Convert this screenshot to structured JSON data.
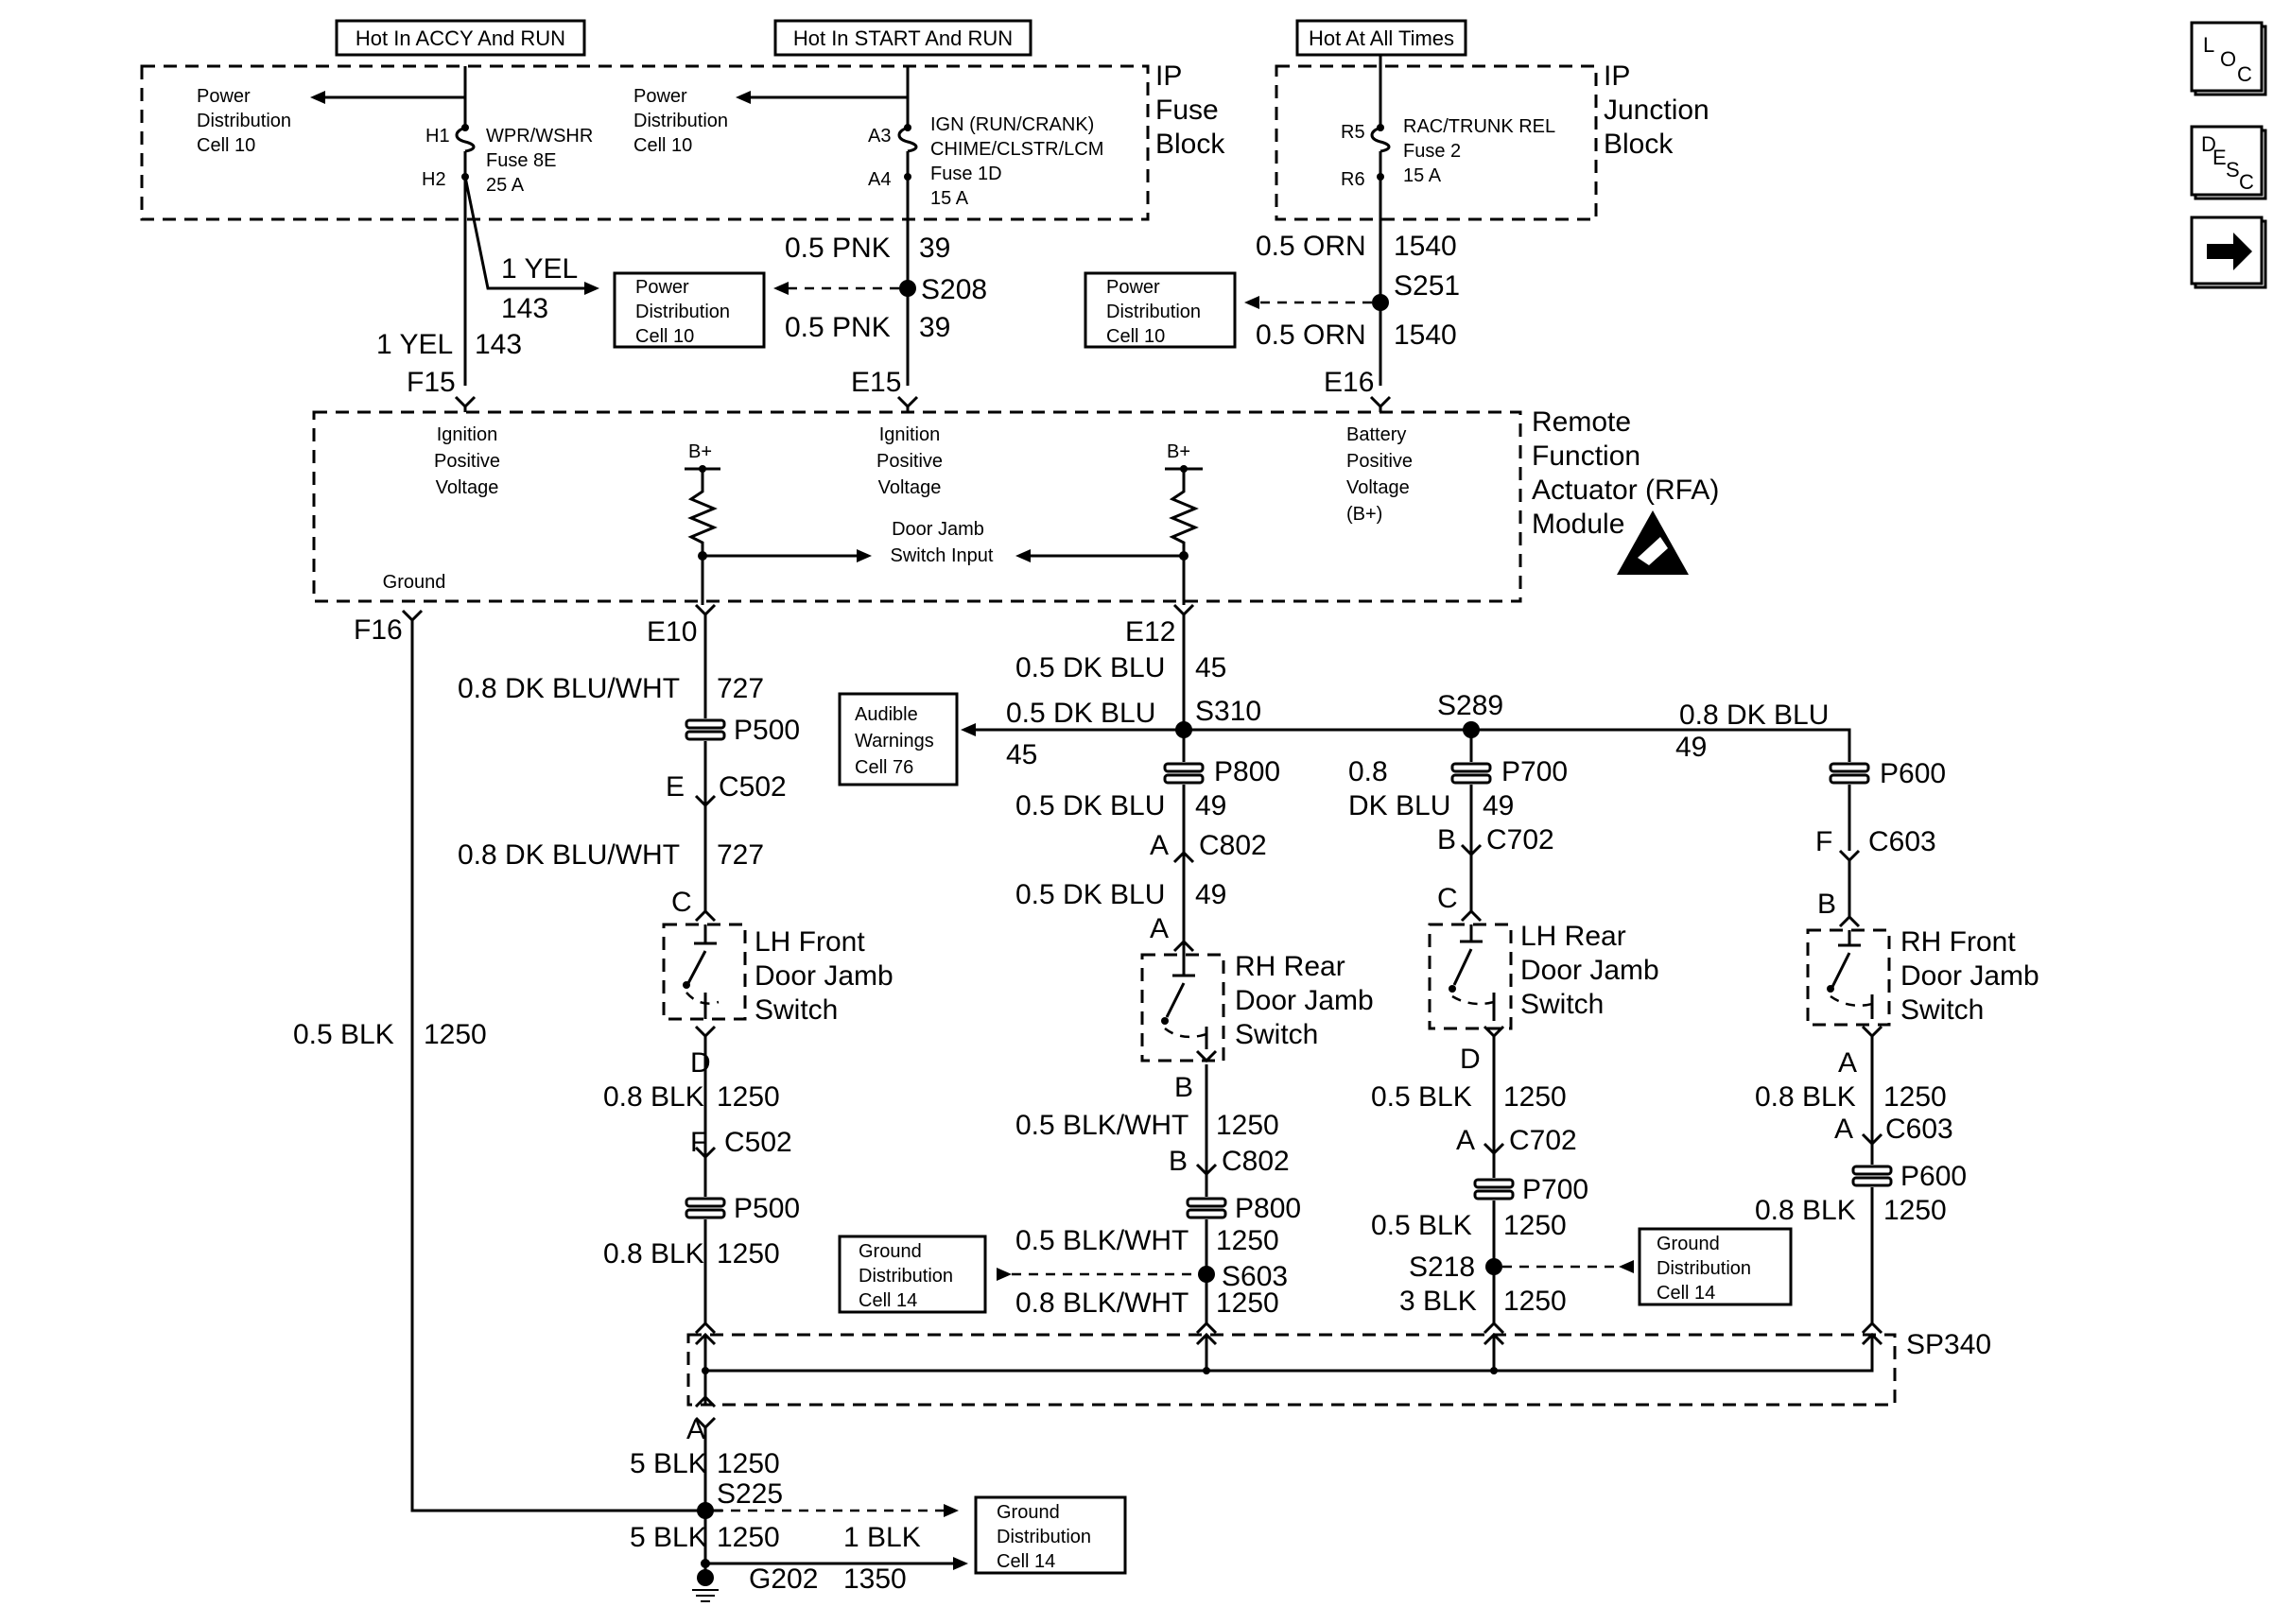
{
  "header_labels": {
    "accy_run": "Hot In ACCY And RUN",
    "start_run": "Hot In START And RUN",
    "always": "Hot At All Times"
  },
  "nav": {
    "loc": "LOC",
    "desc": "DESC",
    "next": "→"
  },
  "ip_fuse_block": {
    "title_line1": "IP",
    "title_line2": "Fuse",
    "title_line3": "Block",
    "pdc_left": [
      "Power",
      "Distribution",
      "Cell 10"
    ],
    "pdc_mid": [
      "Power",
      "Distribution",
      "Cell 10"
    ],
    "fuse8e": {
      "pin_top": "H1",
      "pin_bot": "H2",
      "name": "WPR/WSHR",
      "fuse": "Fuse 8E",
      "amps": "25 A"
    },
    "fuse1d": {
      "pin_top": "A3",
      "pin_bot": "A4",
      "name1": "IGN (RUN/CRANK)",
      "name2": "CHIME/CLSTR/LCM",
      "fuse": "Fuse 1D",
      "amps": "15 A"
    }
  },
  "ip_junction_block": {
    "title_line1": "IP",
    "title_line2": "Junction",
    "title_line3": "Block",
    "fuse2": {
      "pin_top": "R5",
      "pin_bot": "R6",
      "name": "RAC/TRUNK REL",
      "fuse": "Fuse 2",
      "amps": "15 A"
    }
  },
  "wires_top": {
    "w143_branch_color": "1 YEL",
    "w143_branch_num": "143",
    "w143_color": "1 YEL",
    "w143_num": "143",
    "f15": "F15",
    "pnk_top_color": "0.5 PNK",
    "pnk_top_num": "39",
    "s208": "S208",
    "pnk_bot_color": "0.5 PNK",
    "pnk_bot_num": "39",
    "e15": "E15",
    "orn_top_color": "0.5 ORN",
    "orn_top_num": "1540",
    "s251": "S251",
    "orn_bot_color": "0.5 ORN",
    "orn_bot_num": "1540",
    "e16": "E16"
  },
  "pd_boxes": {
    "pd_mid": [
      "Power",
      "Distribution",
      "Cell 10"
    ],
    "pd_right": [
      "Power",
      "Distribution",
      "Cell 10"
    ]
  },
  "rfa": {
    "title": [
      "Remote",
      "Function",
      "Actuator (RFA)",
      "Module"
    ],
    "ign1": [
      "Ignition",
      "Positive",
      "Voltage"
    ],
    "ign2": [
      "Ignition",
      "Positive",
      "Voltage"
    ],
    "batt": [
      "Battery",
      "Positive",
      "Voltage",
      "(B+)"
    ],
    "bplus1": "B+",
    "bplus2": "B+",
    "door_input": [
      "Door Jamb",
      "Switch Input"
    ],
    "ground": "Ground"
  },
  "lower": {
    "f16": "F16",
    "e10": "E10",
    "e12": "E12",
    "blk1250_color": "0.5 BLK",
    "blk1250_num": "1250",
    "lh": {
      "w1_color": "0.8 DK BLU/WHT",
      "w1_num": "727",
      "p500": "P500",
      "e": "E",
      "c502": "C502",
      "w2_color": "0.8 DK BLU/WHT",
      "w2_num": "727",
      "c": "C",
      "switch": [
        "LH Front",
        "Door Jamb",
        "Switch"
      ],
      "d": "D",
      "w3_color": "0.8 BLK",
      "w3_num": "1250",
      "f": "F",
      "c502b": "C502",
      "p500b": "P500",
      "w4_color": "0.8 BLK",
      "w4_num": "1250"
    },
    "rhr": {
      "w1_color": "0.5 DK BLU",
      "w1_num": "45",
      "s310": "S310",
      "p800": "P800",
      "w2_color": "0.5 DK BLU",
      "w2_num": "49",
      "a": "A",
      "c802": "C802",
      "w3_color": "0.5 DK BLU",
      "w3_num": "49",
      "a2": "A",
      "switch": [
        "RH Rear",
        "Door Jamb",
        "Switch"
      ],
      "b": "B",
      "w4_color": "0.5 BLK/WHT",
      "w4_num": "1250",
      "b2": "B",
      "c802b": "C802",
      "p800b": "P800",
      "w5_color": "0.5 BLK/WHT",
      "w5_num": "1250",
      "s603": "S603",
      "w6_color": "0.8 BLK/WHT",
      "w6_num": "1250"
    },
    "audible": {
      "box": [
        "Audible",
        "Warnings",
        "Cell 76"
      ],
      "w_color": "0.5 DK BLU",
      "w_num": "45"
    },
    "s289": "S289",
    "bus_color": "0.8 DK BLU",
    "bus_num": "49",
    "lhr": {
      "p700": "P700",
      "w1_color_a": "0.8",
      "w1_color_b": "DK BLU",
      "w1_num": "49",
      "b": "B",
      "c702": "C702",
      "c": "C",
      "switch": [
        "LH Rear",
        "Door Jamb",
        "Switch"
      ],
      "d": "D",
      "w2_color": "0.5 BLK",
      "w2_num": "1250",
      "a": "A",
      "c702b": "C702",
      "p700b": "P700",
      "w3_color": "0.5 BLK",
      "w3_num": "1250",
      "s218": "S218",
      "w4_color": "3 BLK",
      "w4_num": "1250"
    },
    "rhf": {
      "p600": "P600",
      "f": "F",
      "c603": "C603",
      "b": "B",
      "switch": [
        "RH Front",
        "Door Jamb",
        "Switch"
      ],
      "a": "A",
      "w1_color": "0.8 BLK",
      "w1_num": "1250",
      "a2": "A",
      "c603b": "C603",
      "p600b": "P600",
      "w2_color": "0.8 BLK",
      "w2_num": "1250"
    },
    "gd_mid": [
      "Ground",
      "Distribution",
      "Cell 14"
    ],
    "gd_right": [
      "Ground",
      "Distribution",
      "Cell 14"
    ],
    "sp340": "SP340",
    "bottom": {
      "a": "A",
      "w1_color": "5 BLK",
      "w1_num": "1250",
      "s225": "S225",
      "w2_color": "5 BLK",
      "w2_num": "1250",
      "w3_color": "1 BLK",
      "w3_num": "1350",
      "g202": "G202",
      "gd": [
        "Ground",
        "Distribution",
        "Cell 14"
      ]
    }
  }
}
